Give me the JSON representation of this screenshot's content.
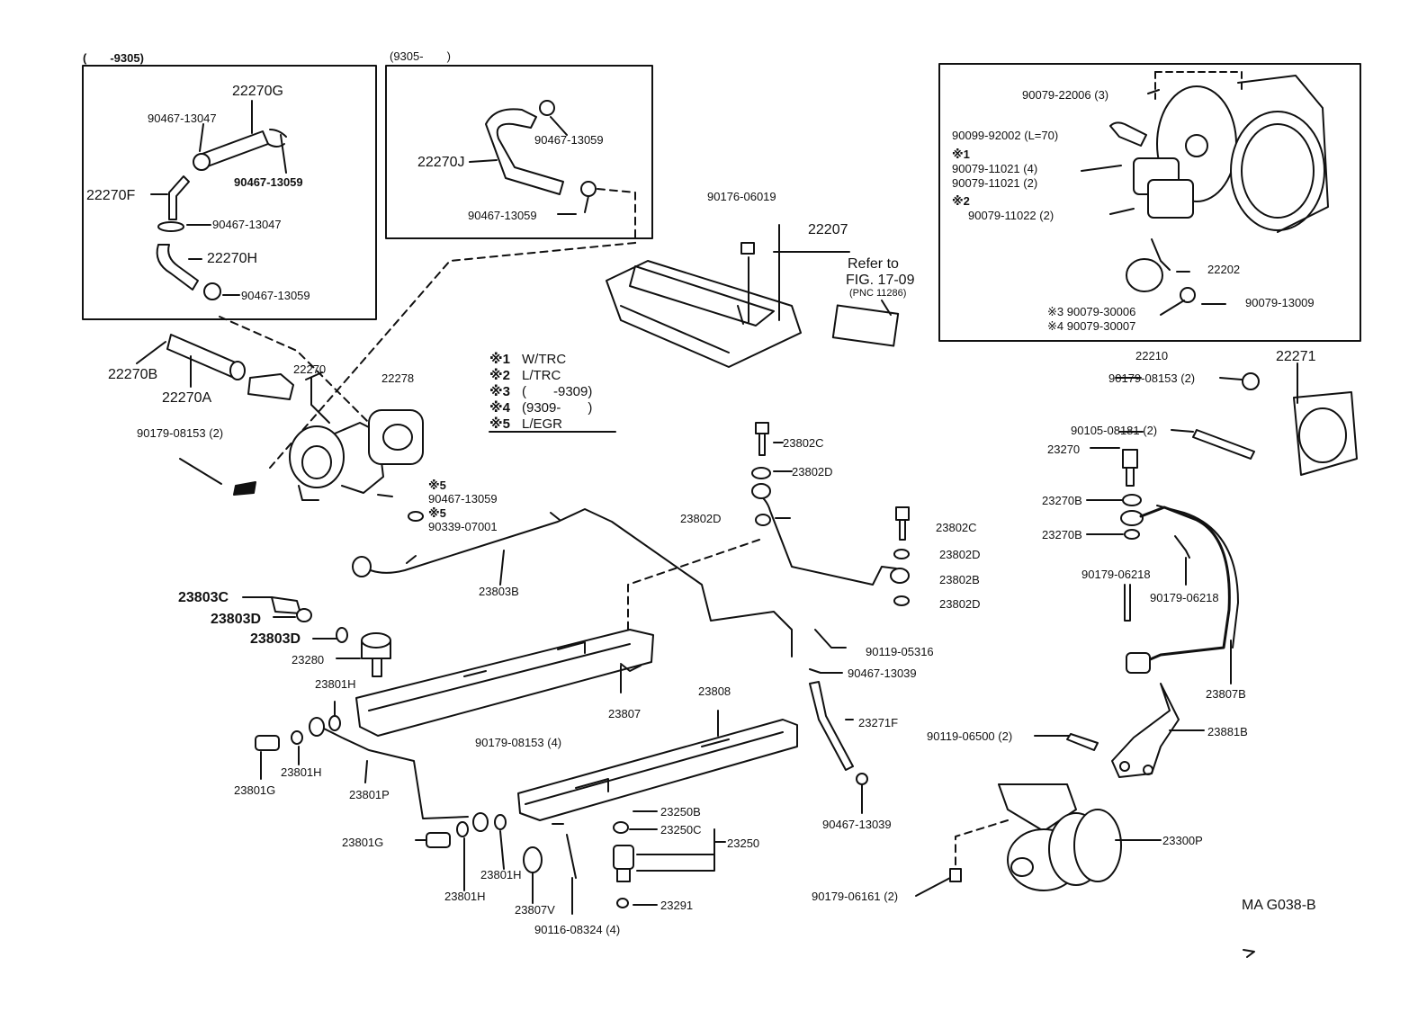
{
  "diagram": {
    "figure_code": "MA G038-B",
    "insets": {
      "left": {
        "header": "(　　-9305)",
        "labels": {
          "p22270G": "22270G",
          "p90467_13047_a": "90467-13047",
          "p90467_13059_a": "90467-13059",
          "p22270F": "22270F",
          "p90467_13047_b": "90467-13047",
          "p22270H": "22270H",
          "p90467_13059_b": "90467-13059"
        }
      },
      "middle": {
        "header": "(9305-　　)",
        "labels": {
          "p90467_13059_c": "90467-13059",
          "p22270J": "22270J",
          "p90467_13059_d": "90467-13059"
        }
      },
      "right": {
        "labels": {
          "p90079_22006": "90079-22006 (3)",
          "p90099_92002": "90099-92002 (L=70)",
          "m1": "※1",
          "p90079_11021_4": "90079-11021 (4)",
          "p90079_11021_2": "90079-11021 (2)",
          "m2": "※2",
          "p90079_11022": "90079-11022 (2)",
          "p22202": "22202",
          "p90079_30006": "※3 90079-30006",
          "p90079_30007": "※4 90079-30007",
          "p90079_13009": "90079-13009"
        }
      }
    },
    "legend": [
      {
        "mark": "※1",
        "text": "W/TRC"
      },
      {
        "mark": "※2",
        "text": "L/TRC"
      },
      {
        "mark": "※3",
        "text": "(　　-9309)"
      },
      {
        "mark": "※4",
        "text": "(9309-　　)"
      },
      {
        "mark": "※5",
        "text": "L/EGR"
      }
    ],
    "labels": {
      "p22270B": "22270B",
      "p22270A": "22270A",
      "p22270": "22270",
      "p22278": "22278",
      "p90179_08153_a": "90179-08153 (2)",
      "m5a": "※5",
      "p90467_13059_e": "90467-13059",
      "m5b": "※5",
      "p90339_07001": "90339-07001",
      "p90176_06019": "90176-06019",
      "p22207": "22207",
      "refer1": "Refer to",
      "refer2": "FIG. 17-09",
      "refer3": "(PNC 11286)",
      "p22210": "22210",
      "p90179_08153_b": "90179-08153 (2)",
      "p22271": "22271",
      "p23802C_a": "23802C",
      "p23802D_a": "23802D",
      "p23802D_b": "23802D",
      "p23802C_b": "23802C",
      "p23802D_c": "23802D",
      "p23802B": "23802B",
      "p23802D_d": "23802D",
      "p23803B": "23803B",
      "p23803C": "23803C",
      "p23803D_a": "23803D",
      "p23803D_b": "23803D",
      "p23280": "23280",
      "p23801H_a": "23801H",
      "p90119_05316": "90119-05316",
      "p90467_13039_a": "90467-13039",
      "p23807": "23807",
      "p23808": "23808",
      "p23271F": "23271F",
      "p90179_08153_c": "90179-08153 (4)",
      "p23801G_a": "23801G",
      "p23801H_b": "23801H",
      "p23801P": "23801P",
      "p23801G_b": "23801G",
      "p23801H_c": "23801H",
      "p23801H_d": "23801H",
      "p23807V": "23807V",
      "p90116_08324": "90116-08324 (4)",
      "p23250B": "23250B",
      "p23250C": "23250C",
      "p23250": "23250",
      "p23291": "23291",
      "p90467_13039_b": "90467-13039",
      "p90105_08181": "90105-08181 (2)",
      "p23270": "23270",
      "p23270B_a": "23270B",
      "p23270B_b": "23270B",
      "p90179_06218_a": "90179-06218",
      "p90179_06218_b": "90179-06218",
      "p23807B": "23807B",
      "p23881B": "23881B",
      "p90119_06500": "90119-06500 (2)",
      "p23300P": "23300P",
      "p90179_06161": "90179-06161 (2)"
    }
  }
}
